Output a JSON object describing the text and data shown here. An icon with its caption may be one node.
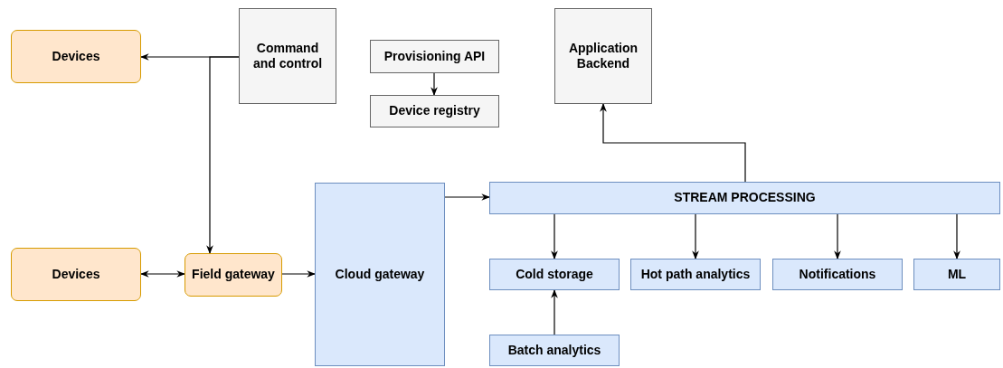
{
  "diagram": {
    "nodes": [
      {
        "text": [
          "Devices"
        ]
      },
      {
        "text": [
          "Command and control"
        ]
      },
      {
        "text": [
          "Provisioning API"
        ]
      },
      {
        "text": [
          "Device registry"
        ]
      },
      {
        "text": [
          "Application Backend"
        ]
      },
      {
        "text": [
          "Devices"
        ]
      },
      {
        "text": [
          "Field gateway"
        ]
      },
      {
        "text": [
          "Cloud gateway"
        ]
      },
      {
        "text": [
          "STREAM PROCESSING"
        ]
      },
      {
        "text": [
          "Cold storage"
        ]
      },
      {
        "text": [
          "Hot path analytics"
        ]
      },
      {
        "text": [
          "Notifications"
        ]
      },
      {
        "text": [
          "ML"
        ]
      },
      {
        "text": [
          "Batch analytics"
        ]
      }
    ],
    "edges": [
      {
        "from": 1,
        "to": 0,
        "arrow": "to"
      },
      {
        "from": 1,
        "to": 6,
        "arrow": "to"
      },
      {
        "from": 2,
        "to": 3,
        "arrow": "to"
      },
      {
        "from": 5,
        "to": 6,
        "arrow": "both"
      },
      {
        "from": 6,
        "to": 7,
        "arrow": "to"
      },
      {
        "from": 7,
        "to": 8,
        "arrow": "to"
      },
      {
        "from": 8,
        "to": 4,
        "arrow": "to"
      },
      {
        "from": 8,
        "to": 9,
        "arrow": "to"
      },
      {
        "from": 8,
        "to": 10,
        "arrow": "to"
      },
      {
        "from": 8,
        "to": 11,
        "arrow": "to"
      },
      {
        "from": 8,
        "to": 12,
        "arrow": "to"
      },
      {
        "from": 13,
        "to": 9,
        "arrow": "to"
      }
    ]
  }
}
